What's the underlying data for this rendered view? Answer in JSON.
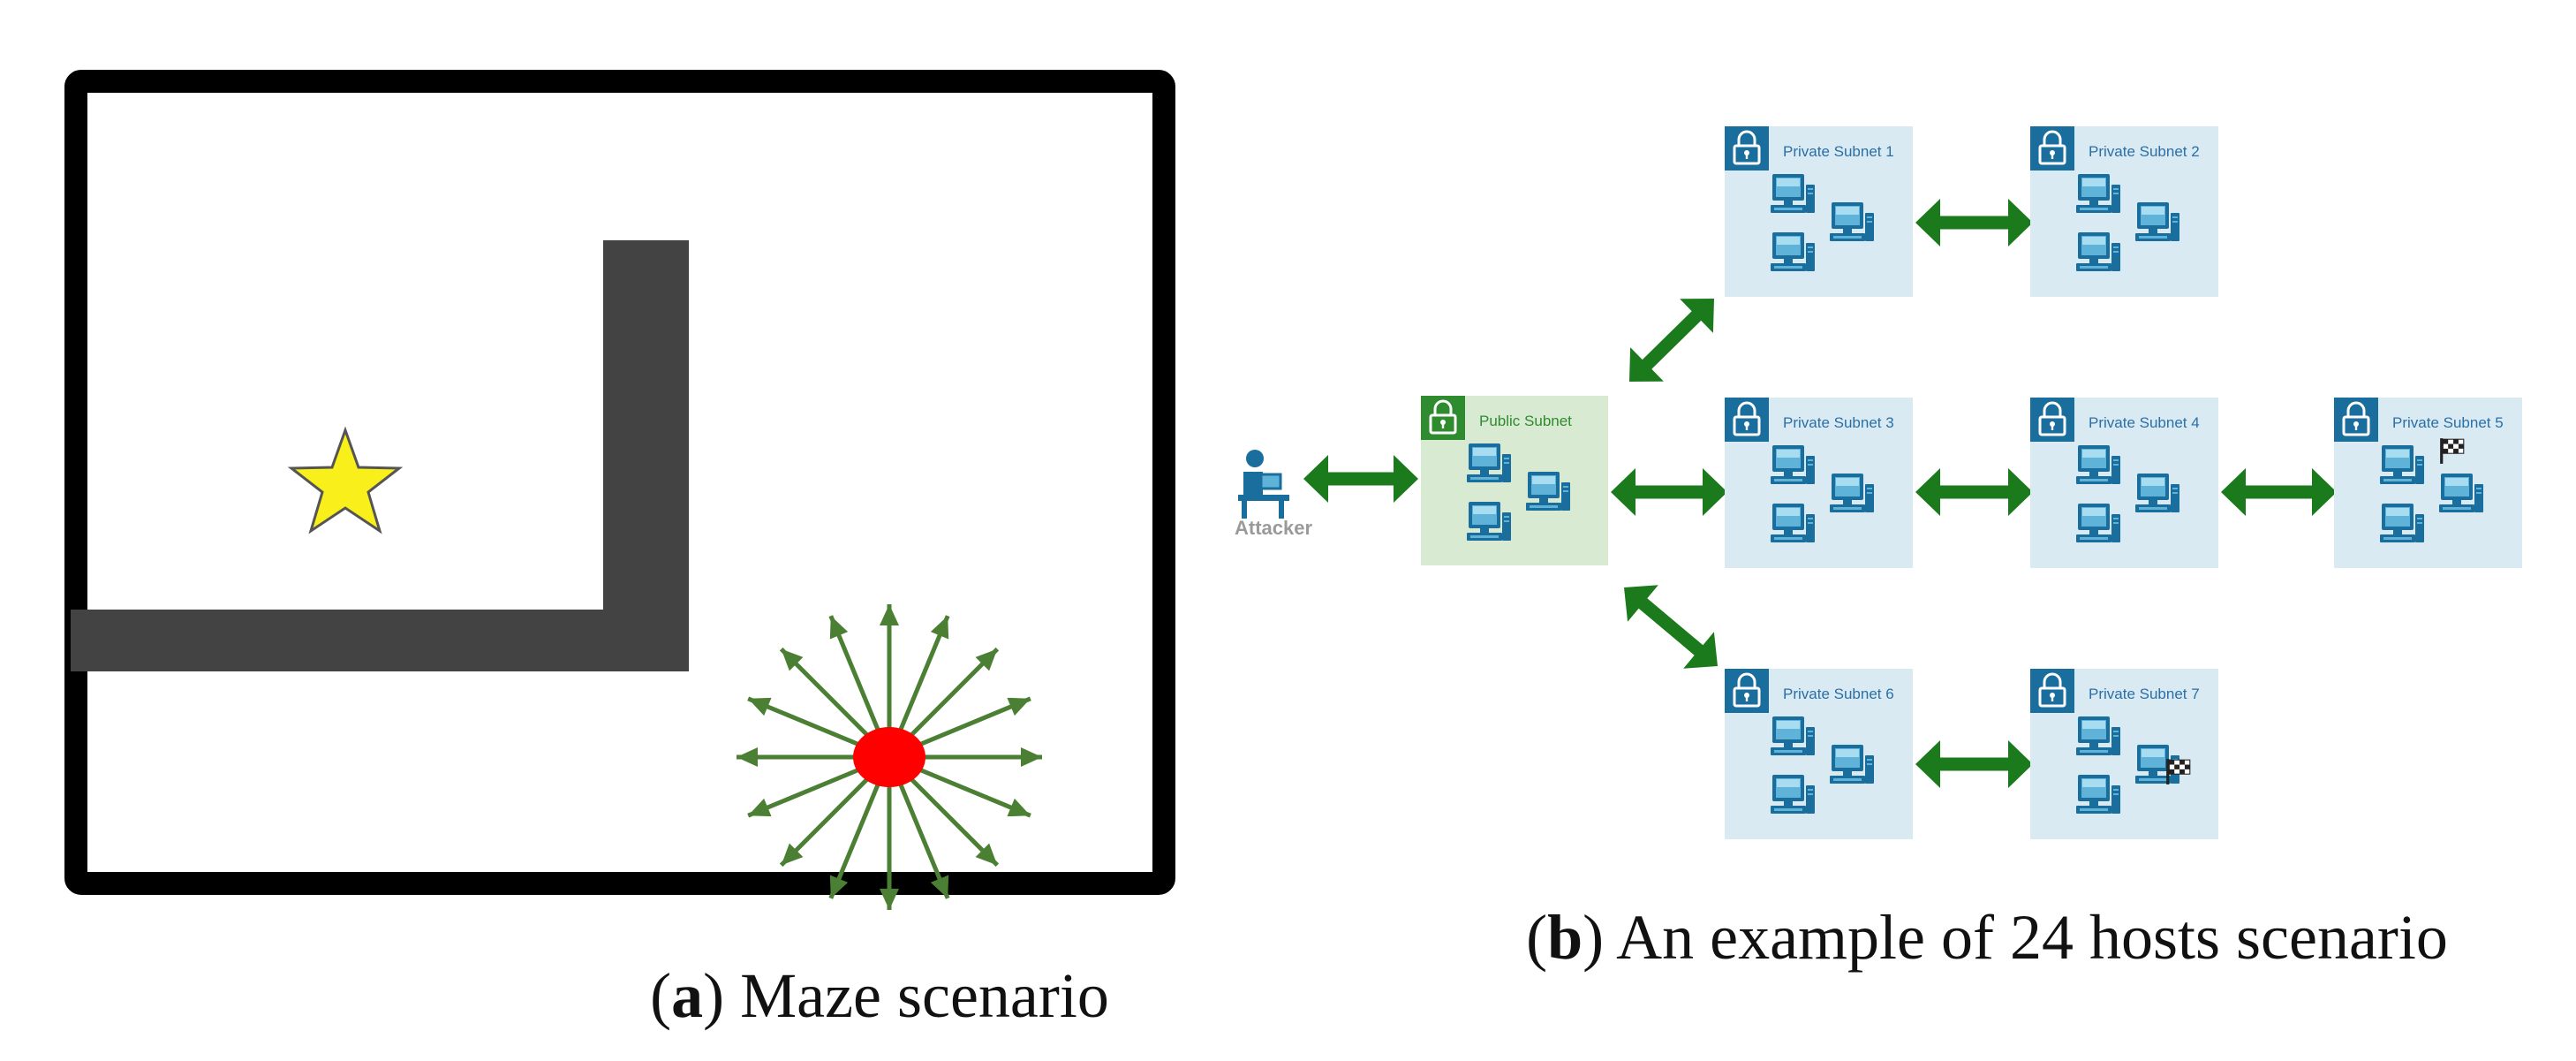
{
  "caption_a": {
    "open": "(",
    "letter": "a",
    "close": ")",
    "text": " Maze scenario"
  },
  "caption_b": {
    "open": "(",
    "letter": "b",
    "close": ")",
    "text": " An example of 24 hosts scenario"
  },
  "maze": {
    "agent_color": "#ff0000",
    "goal_color": "#f9ef1b",
    "wall_color": "#434343",
    "action_arrow_color": "#4b7f34",
    "action_arrow_count": 16
  },
  "network": {
    "attacker_label": "Attacker",
    "public_subnet": {
      "label": "Public Subnet",
      "hosts": 3,
      "fill": "#d9ead3",
      "text_color": "#2e8b2e"
    },
    "private_subnets": [
      {
        "label": "Private Subnet 1",
        "hosts": 3
      },
      {
        "label": "Private Subnet 2",
        "hosts": 3
      },
      {
        "label": "Private Subnet 3",
        "hosts": 3
      },
      {
        "label": "Private Subnet 4",
        "hosts": 3
      },
      {
        "label": "Private Subnet 5",
        "hosts": 3,
        "target_flag": true
      },
      {
        "label": "Private Subnet 6",
        "hosts": 3
      },
      {
        "label": "Private Subnet 7",
        "hosts": 3,
        "target_flag": true
      }
    ],
    "private_fill": "#daeaf3",
    "private_text_color": "#2a6fa6",
    "link_color": "#1b7a1b",
    "host_color": "#1a6e9e"
  }
}
